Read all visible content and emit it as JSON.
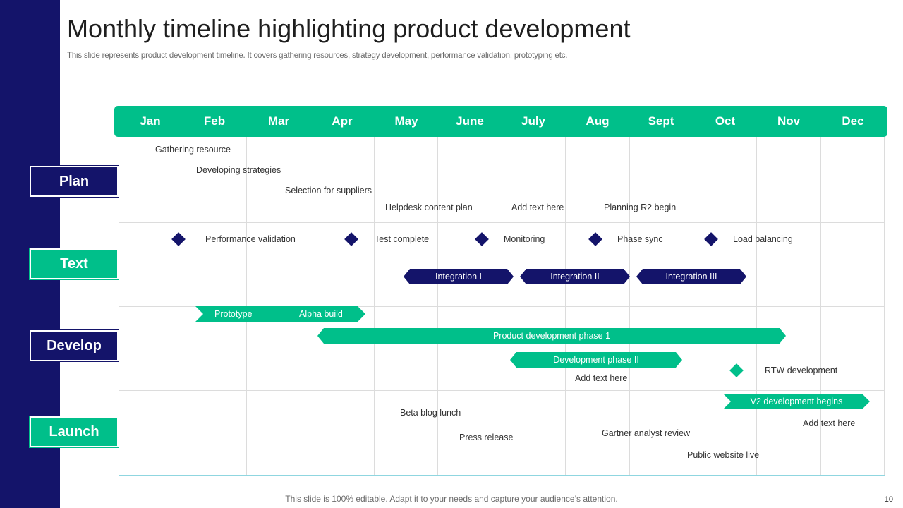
{
  "slide": {
    "title": "Monthly timeline highlighting product development",
    "subtitle": "This slide represents product development timeline. It covers gathering resources, strategy development, performance validation, prototyping etc.",
    "footer": "This slide is 100% editable. Adapt it to your needs and capture your audience’s attention.",
    "page_number": "10"
  },
  "colors": {
    "navy": "#14146a",
    "green": "#00bf8a",
    "grid": "#dcdcdc"
  },
  "months": [
    "Jan",
    "Feb",
    "Mar",
    "Apr",
    "May",
    "June",
    "July",
    "Aug",
    "Sept",
    "Oct",
    "Nov",
    "Dec"
  ],
  "rows": {
    "plan": "Plan",
    "text": "Text",
    "develop": "Develop",
    "launch": "Launch"
  },
  "plan": {
    "gathering": "Gathering resource",
    "strategies": "Developing  strategies",
    "suppliers": "Selection for suppliers",
    "helpdesk": "Helpdesk content plan",
    "add_text": "Add text here",
    "r2": "Planning R2 begin"
  },
  "text_row": {
    "performance": "Performance  validation",
    "test": "Test complete",
    "monitoring": "Monitoring",
    "phase_sync": "Phase sync",
    "load": "Load balancing",
    "integration1": "Integration  I",
    "integration2": "Integration  II",
    "integration3": "Integration  III"
  },
  "develop": {
    "prototype": "Prototype",
    "alpha": "Alpha build",
    "phase1": "Product development  phase 1",
    "phase2": "Development  phase II",
    "add_text": "Add text here",
    "rtw": "RTW development"
  },
  "launch": {
    "v2": "V2 development  begins",
    "add_text": "Add text here",
    "beta": "Beta blog lunch",
    "press": "Press release",
    "gartner": "Gartner analyst review",
    "website": "Public website live"
  }
}
